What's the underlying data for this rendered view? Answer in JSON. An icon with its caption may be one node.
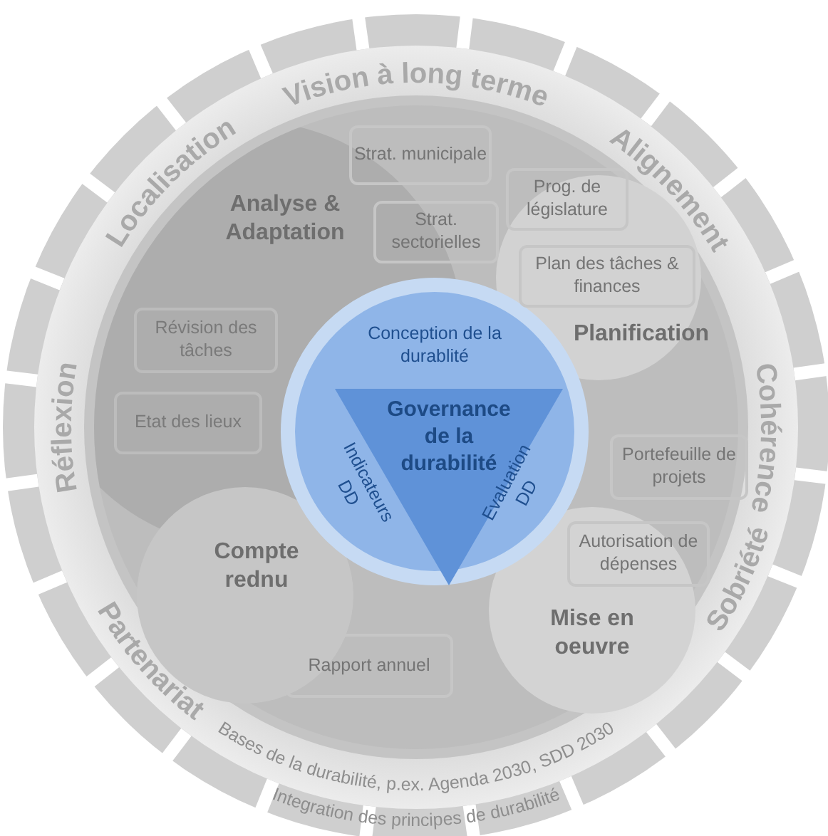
{
  "diagram": {
    "nodes": [
      {
        "text": [
          "Strat. municipale"
        ]
      },
      {
        "text": [
          "Prog. de législature"
        ]
      },
      {
        "text": [
          "Analyse & Adaptation"
        ]
      },
      {
        "text": [
          "Strat. sectorielles"
        ]
      },
      {
        "text": [
          "Plan des tâches & finances"
        ],
        "in": 5
      },
      {
        "text": [
          "Planification"
        ]
      },
      {
        "text": [
          "Révision des tâches"
        ]
      },
      {
        "text": [
          "Conception de la durablité",
          "Indicateurs DD",
          "Evaluation DD"
        ]
      },
      {
        "text": [
          "Governance de la durabilité"
        ],
        "in": 7
      },
      {
        "text": [
          "Etat des lieux"
        ]
      },
      {
        "text": [
          "Portefeuille de projets"
        ]
      },
      {
        "text": [
          "Autorisation de dépenses"
        ]
      },
      {
        "text": [
          "Compte rednu"
        ]
      },
      {
        "text": [
          "Mise en oeuvre"
        ]
      },
      {
        "text": [
          "Rapport annuel"
        ]
      }
    ],
    "labels": [
      "Vision à long terme",
      "Localisation",
      "Alignement",
      "Réflexion",
      "Cohérence",
      "Sobriété",
      "Partenariat",
      "Bases de la durabilité, p.ex. Agenda 2030, SDD 2030",
      "Integration des principes de durabilité"
    ]
  }
}
